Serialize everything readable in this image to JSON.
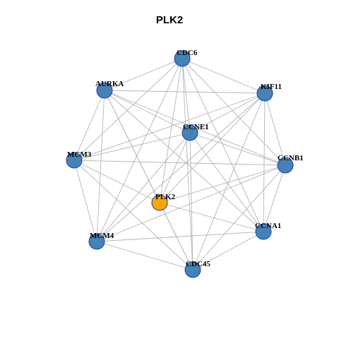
{
  "title": "PLK2",
  "colors": {
    "background": "#ffffff",
    "edge": "#b4b4b4",
    "node_fill": "#4682b4",
    "node_stroke": "#1f3fbf",
    "highlight_fill": "#ffa500",
    "highlight_stroke": "#1f3fbf",
    "label": "#000000"
  },
  "chart_data": {
    "type": "network",
    "title": "PLK2",
    "nodes": [
      {
        "id": "CDC6",
        "label": "CDC6",
        "highlight": false
      },
      {
        "id": "AURKA",
        "label": "AURKA",
        "highlight": false
      },
      {
        "id": "KIF11",
        "label": "KIF11",
        "highlight": false
      },
      {
        "id": "CCNE1",
        "label": "CCNE1",
        "highlight": false
      },
      {
        "id": "MCM3",
        "label": "MCM3",
        "highlight": false
      },
      {
        "id": "CCNB1",
        "label": "CCNB1",
        "highlight": false
      },
      {
        "id": "PLK2",
        "label": "PLK2",
        "highlight": true
      },
      {
        "id": "CCNA1",
        "label": "CCNA1",
        "highlight": false
      },
      {
        "id": "MCM4",
        "label": "MCM4",
        "highlight": false
      },
      {
        "id": "CDC45",
        "label": "CDC45",
        "highlight": false
      }
    ],
    "edges": [
      [
        "CDC6",
        "AURKA"
      ],
      [
        "CDC6",
        "KIF11"
      ],
      [
        "CDC6",
        "CCNE1"
      ],
      [
        "CDC6",
        "MCM3"
      ],
      [
        "CDC6",
        "CCNB1"
      ],
      [
        "CDC6",
        "PLK2"
      ],
      [
        "CDC6",
        "CCNA1"
      ],
      [
        "CDC6",
        "MCM4"
      ],
      [
        "CDC6",
        "CDC45"
      ],
      [
        "AURKA",
        "KIF11"
      ],
      [
        "AURKA",
        "CCNE1"
      ],
      [
        "AURKA",
        "MCM3"
      ],
      [
        "AURKA",
        "CCNB1"
      ],
      [
        "AURKA",
        "PLK2"
      ],
      [
        "AURKA",
        "CCNA1"
      ],
      [
        "AURKA",
        "MCM4"
      ],
      [
        "AURKA",
        "CDC45"
      ],
      [
        "KIF11",
        "CCNE1"
      ],
      [
        "KIF11",
        "MCM3"
      ],
      [
        "KIF11",
        "CCNB1"
      ],
      [
        "KIF11",
        "PLK2"
      ],
      [
        "KIF11",
        "CCNA1"
      ],
      [
        "KIF11",
        "MCM4"
      ],
      [
        "KIF11",
        "CDC45"
      ],
      [
        "CCNE1",
        "MCM3"
      ],
      [
        "CCNE1",
        "CCNB1"
      ],
      [
        "CCNE1",
        "PLK2"
      ],
      [
        "CCNE1",
        "CCNA1"
      ],
      [
        "CCNE1",
        "MCM4"
      ],
      [
        "CCNE1",
        "CDC45"
      ],
      [
        "MCM3",
        "CCNB1"
      ],
      [
        "MCM3",
        "PLK2"
      ],
      [
        "MCM3",
        "MCM4"
      ],
      [
        "MCM3",
        "CDC45"
      ],
      [
        "CCNB1",
        "PLK2"
      ],
      [
        "CCNB1",
        "CCNA1"
      ],
      [
        "CCNB1",
        "MCM4"
      ],
      [
        "CCNB1",
        "CDC45"
      ],
      [
        "PLK2",
        "CCNA1"
      ],
      [
        "PLK2",
        "CDC45"
      ],
      [
        "CCNA1",
        "MCM4"
      ],
      [
        "CCNA1",
        "CDC45"
      ],
      [
        "MCM4",
        "CDC45"
      ]
    ]
  }
}
